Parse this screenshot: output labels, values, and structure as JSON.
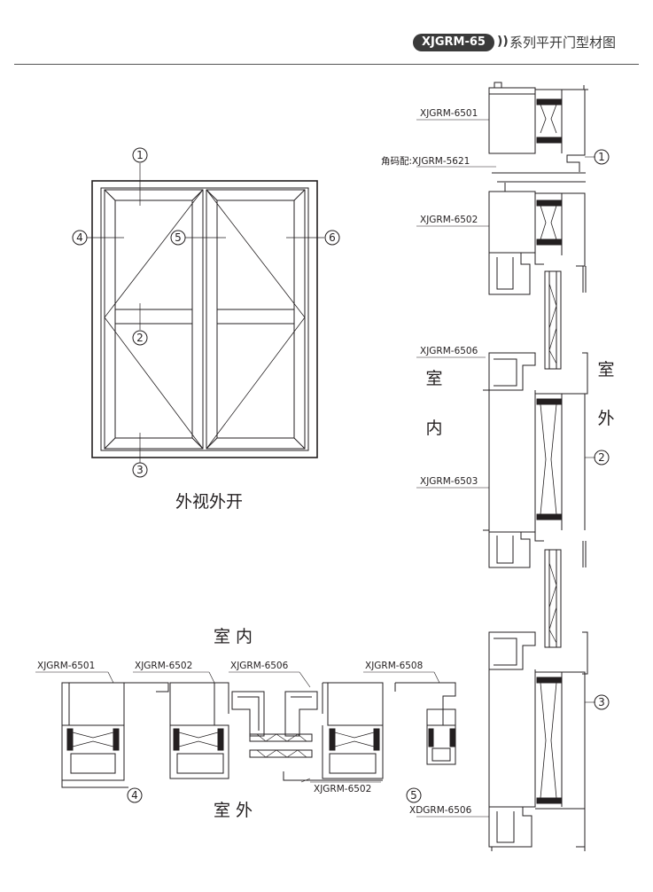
{
  "header": {
    "badge": "XJGRM-65",
    "chevrons": "))",
    "title": "系列平开门型材图"
  },
  "elevation": {
    "caption": "外视外开",
    "markers": [
      "1",
      "2",
      "3",
      "4",
      "5",
      "6"
    ]
  },
  "vertical_section": {
    "labels": {
      "p6501": "XJGRM-6501",
      "corner": "角码配:XJGRM-5621",
      "p6502": "XJGRM-6502",
      "p6506": "XJGRM-6506",
      "p6503": "XJGRM-6503",
      "xd6506": "XDGRM-6506"
    },
    "indoor_chars": [
      "室",
      "内"
    ],
    "outdoor_chars": [
      "室",
      "外"
    ],
    "markers": [
      "1",
      "2",
      "3"
    ]
  },
  "horizontal_section": {
    "indoor": "室 内",
    "outdoor": "室 外",
    "labels": {
      "p6501": "XJGRM-6501",
      "p6502": "XJGRM-6502",
      "p6506": "XJGRM-6506",
      "p6508": "XJGRM-6508",
      "p6502b": "XJGRM-6502"
    },
    "markers": [
      "4",
      "5"
    ]
  }
}
